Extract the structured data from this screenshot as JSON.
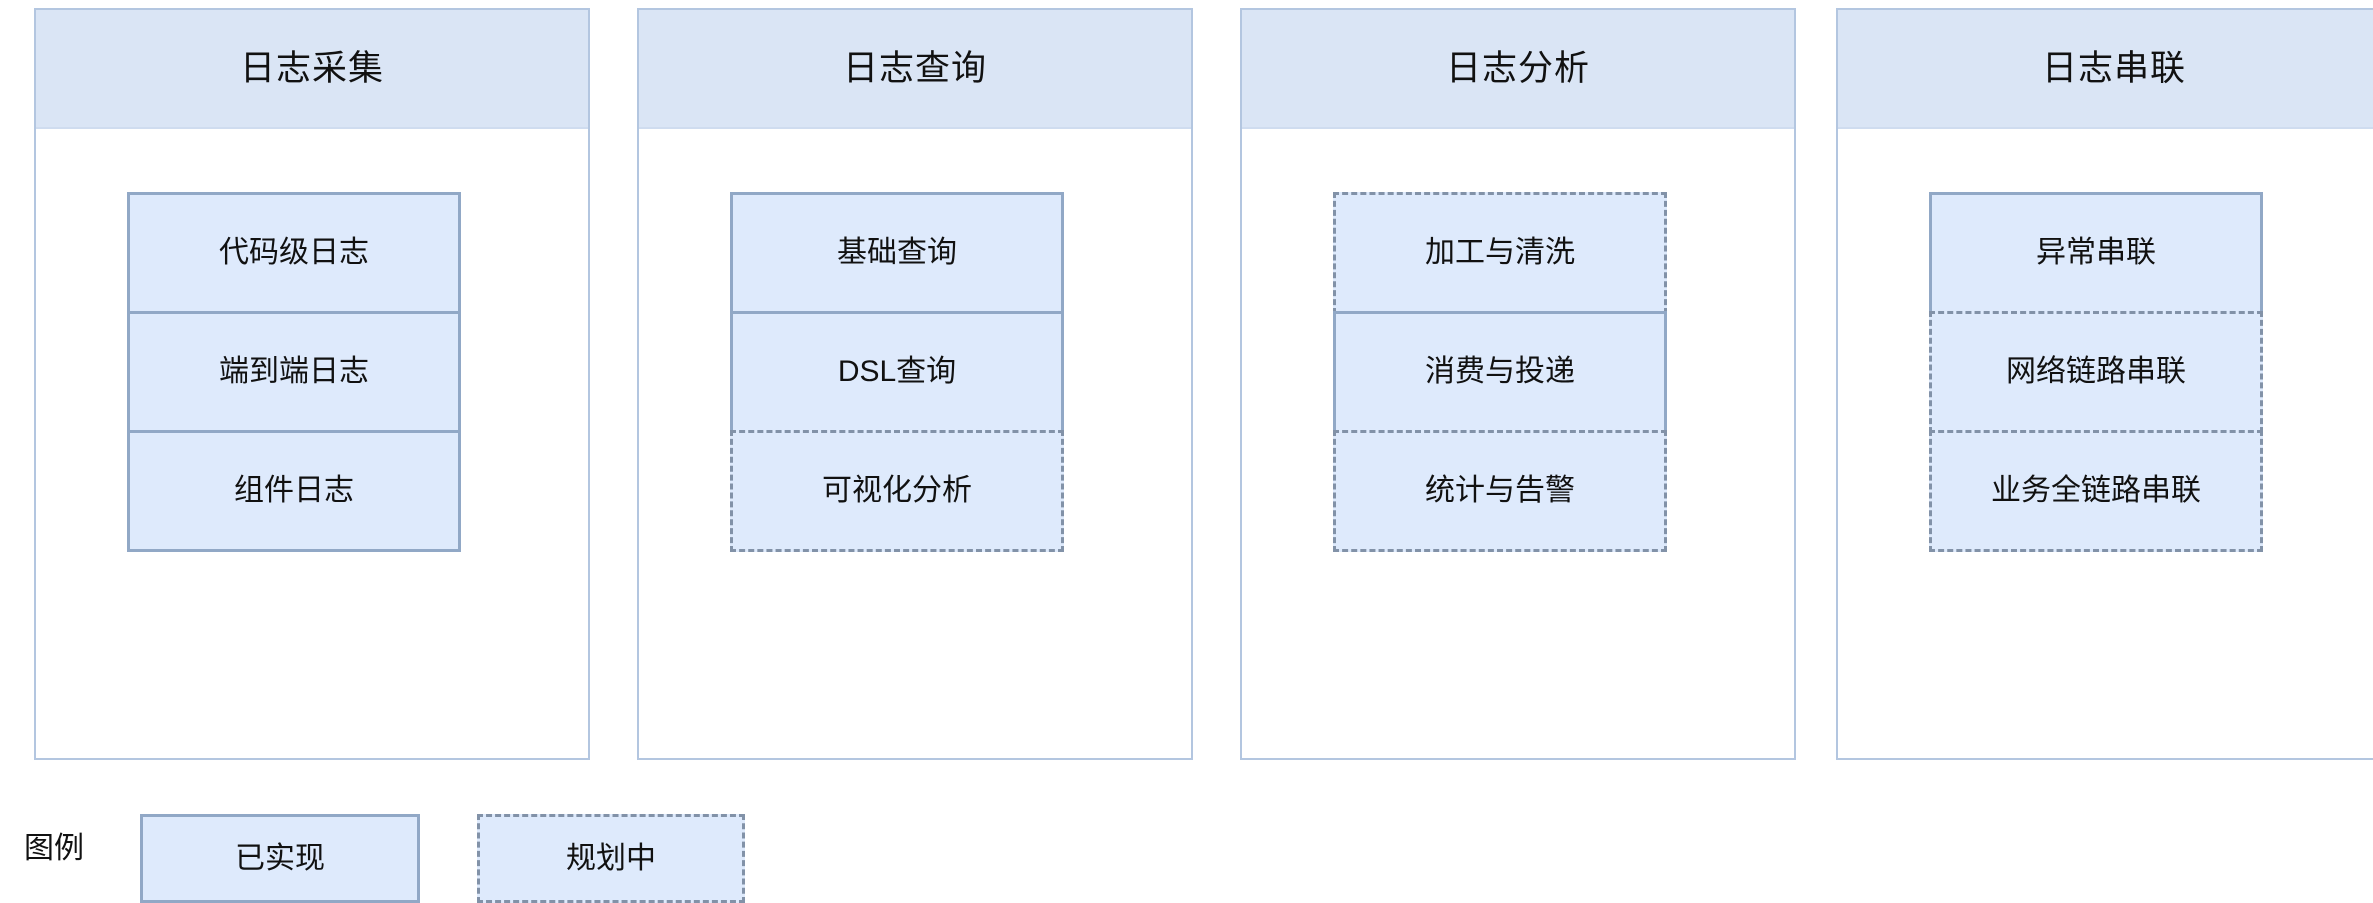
{
  "diagram": {
    "columns": [
      {
        "id": "log-collection",
        "title": "日志采集",
        "items": [
          {
            "label": "代码级日志",
            "status": "implemented"
          },
          {
            "label": "端到端日志",
            "status": "implemented"
          },
          {
            "label": "组件日志",
            "status": "implemented"
          }
        ]
      },
      {
        "id": "log-query",
        "title": "日志查询",
        "items": [
          {
            "label": "基础查询",
            "status": "implemented"
          },
          {
            "label": "DSL查询",
            "status": "implemented"
          },
          {
            "label": "可视化分析",
            "status": "planned"
          }
        ]
      },
      {
        "id": "log-analysis",
        "title": "日志分析",
        "items": [
          {
            "label": "加工与清洗",
            "status": "planned"
          },
          {
            "label": "消费与投递",
            "status": "implemented"
          },
          {
            "label": "统计与告警",
            "status": "planned"
          }
        ]
      },
      {
        "id": "log-correlation",
        "title": "日志串联",
        "items": [
          {
            "label": "异常串联",
            "status": "implemented"
          },
          {
            "label": "网络链路串联",
            "status": "planned"
          },
          {
            "label": "业务全链路串联",
            "status": "planned"
          }
        ]
      }
    ]
  },
  "legend": {
    "title": "图例",
    "implemented_label": "已实现",
    "planned_label": "规划中"
  },
  "colors": {
    "card_fill": "#deeafc",
    "card_border_solid": "#91a8c6",
    "card_border_dashed": "#8292a8",
    "header_fill": "#dae5f5",
    "panel_border": "#b3c6e0",
    "text": "#111111",
    "background": "#ffffff"
  }
}
